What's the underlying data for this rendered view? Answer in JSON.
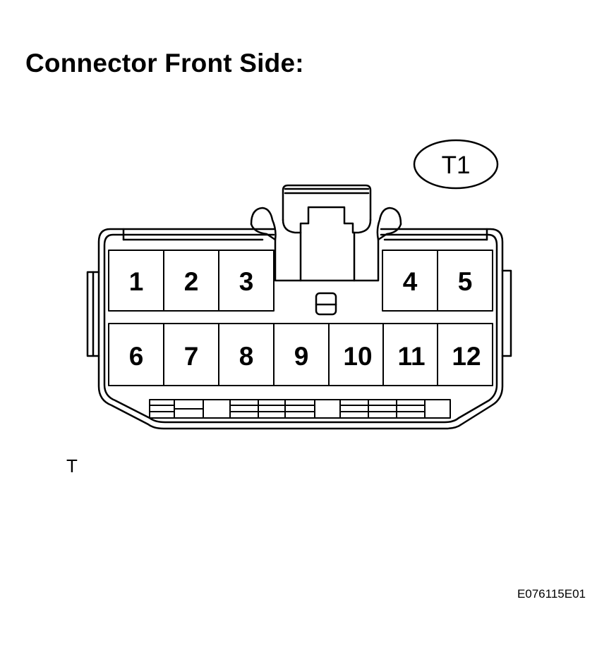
{
  "title": "Connector Front Side:",
  "connector": {
    "label": "T1",
    "pins": [
      "1",
      "2",
      "3",
      "4",
      "5",
      "6",
      "7",
      "8",
      "9",
      "10",
      "11",
      "12"
    ]
  },
  "corner_mark": "T",
  "figure_code": "E076115E01"
}
